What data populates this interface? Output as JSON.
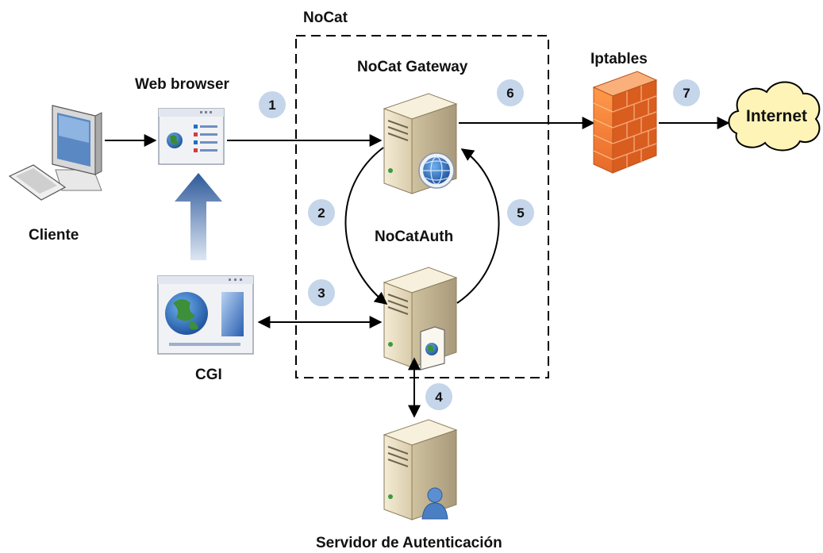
{
  "labels": {
    "nocat": "NoCat",
    "nocat_gateway": "NoCat Gateway",
    "web_browser": "Web browser",
    "cliente": "Cliente",
    "nocatauth": "NoCatAuth",
    "cgi": "CGI",
    "iptables": "Iptables",
    "internet": "Internet",
    "servidor": "Servidor de Autenticación"
  },
  "steps": [
    "1",
    "2",
    "3",
    "4",
    "5",
    "6",
    "7"
  ],
  "colors": {
    "step_circle": "#c5d5ea",
    "firewall": "#f08030",
    "cloud": "#fff3b0",
    "server": "#eee3c8",
    "globe_blue": "#2a6db5",
    "arrow_blue": "#2e5a9a"
  },
  "icons": [
    "computer-icon",
    "browser-window-icon",
    "server-icon",
    "firewall-icon",
    "cloud-icon",
    "globe-icon",
    "user-icon"
  ]
}
